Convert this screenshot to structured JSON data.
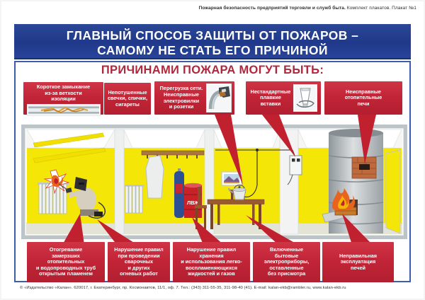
{
  "page": {
    "caption_bold": "Пожарная безопасность предприятий торговли и служб быта.",
    "caption_rest": " Комплект плакатов. Плакат №1"
  },
  "title": {
    "line1": "ГЛАВНЫЙ СПОСОБ ЗАЩИТЫ ОТ ПОЖАРОВ –",
    "line2": "САМОМУ НЕ СТАТЬ ЕГО ПРИЧИНОЙ"
  },
  "heading": "ПРИЧИНАМИ ПОЖАРА МОГУТ БЫТЬ:",
  "causes_top": [
    {
      "text": "Короткое замыкание\nиз-за ветхости\nизоляции",
      "icon": "frayed-wires-icon"
    },
    {
      "text": "Непотушенные\nсвечки, спички,\nсигареты"
    },
    {
      "text": "Перегрузка сети.\nНеисправные\nэлектровилки\nи розетки",
      "icon": "burnt-plug-photo"
    },
    {
      "text": "Нестандартные\nплавкие\nвставки",
      "icon": "fuse-insert-icon"
    },
    {
      "text": "Неисправные\nотопительные\nпечи"
    }
  ],
  "causes_bottom": [
    {
      "text": "Отогревание\nзамерзших\nотопительных\nи водопроводных труб\nоткрытым пламенем"
    },
    {
      "text": "Нарушение правил\nпри проведении\nсварочных\nи других\nогневых работ"
    },
    {
      "text": "Нарушение правил\nхранения\nи использования легко-\nвоспламеняющихся\nжидкостей и газов"
    },
    {
      "text": "Включенные\nбытовые\nэлектроприборы,\nоставленные\nбез присмотра"
    },
    {
      "text": "Неправильная\nэксплуатация\nпечей"
    }
  ],
  "scene": {
    "barrel_label": "ЛВЖ"
  },
  "colors": {
    "accent_red": "#c1202f",
    "band_blue": "#24408e",
    "frame_blue": "#3f5cad",
    "wall_yellow": "#f4e606",
    "heading_red": "#b0273c"
  },
  "footer": {
    "text": "© «Издательство «Калан». 620017, г. Екатеринбург, пр. Космонавтов, 11/1, оф. 7. Тел.: (343) 311-55-35, 311-98-40 (41). E-mail: kalan-ekb@rambler.ru, www.kalan-ekb.ru"
  }
}
